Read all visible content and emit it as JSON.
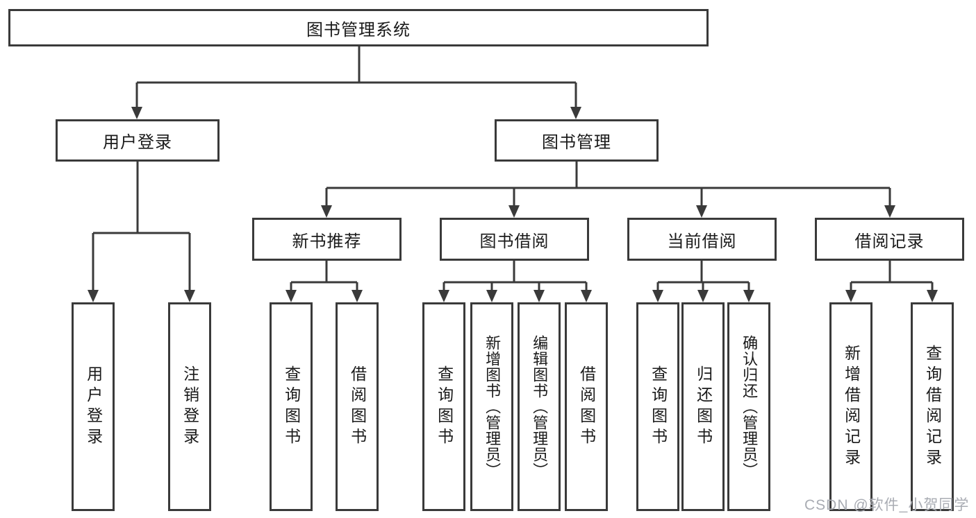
{
  "diagram": {
    "title": "图书管理系统",
    "nodes": {
      "root": {
        "label": "图书管理系统"
      },
      "level2": [
        {
          "label": "用户登录"
        },
        {
          "label": "图书管理"
        }
      ],
      "level3": [
        {
          "label": "新书推荐",
          "parent": "图书管理"
        },
        {
          "label": "图书借阅",
          "parent": "图书管理"
        },
        {
          "label": "当前借阅",
          "parent": "图书管理"
        },
        {
          "label": "借阅记录",
          "parent": "图书管理"
        }
      ],
      "leaves": [
        {
          "label": "用户登录",
          "parent": "用户登录"
        },
        {
          "label": "注销登录",
          "parent": "用户登录"
        },
        {
          "label": "查询图书",
          "parent": "新书推荐"
        },
        {
          "label": "借阅图书",
          "parent": "新书推荐"
        },
        {
          "label": "查询图书",
          "parent": "图书借阅"
        },
        {
          "label": "新增图书（管理员）",
          "parent": "图书借阅"
        },
        {
          "label": "编辑图书（管理员）",
          "parent": "图书借阅"
        },
        {
          "label": "借阅图书",
          "parent": "图书借阅"
        },
        {
          "label": "查询图书",
          "parent": "当前借阅"
        },
        {
          "label": "归还图书",
          "parent": "当前借阅"
        },
        {
          "label": "确认归还（管理员）",
          "parent": "当前借阅"
        },
        {
          "label": "新增借阅记录",
          "parent": "借阅记录"
        },
        {
          "label": "查询借阅记录",
          "parent": "借阅记录"
        }
      ]
    },
    "colors": {
      "line": "#3a3a3a",
      "text": "#1a1a1a",
      "background": "#ffffff"
    }
  },
  "watermark": {
    "text": "CSDN @软件_小贺同学",
    "color": "#a9acb3"
  }
}
